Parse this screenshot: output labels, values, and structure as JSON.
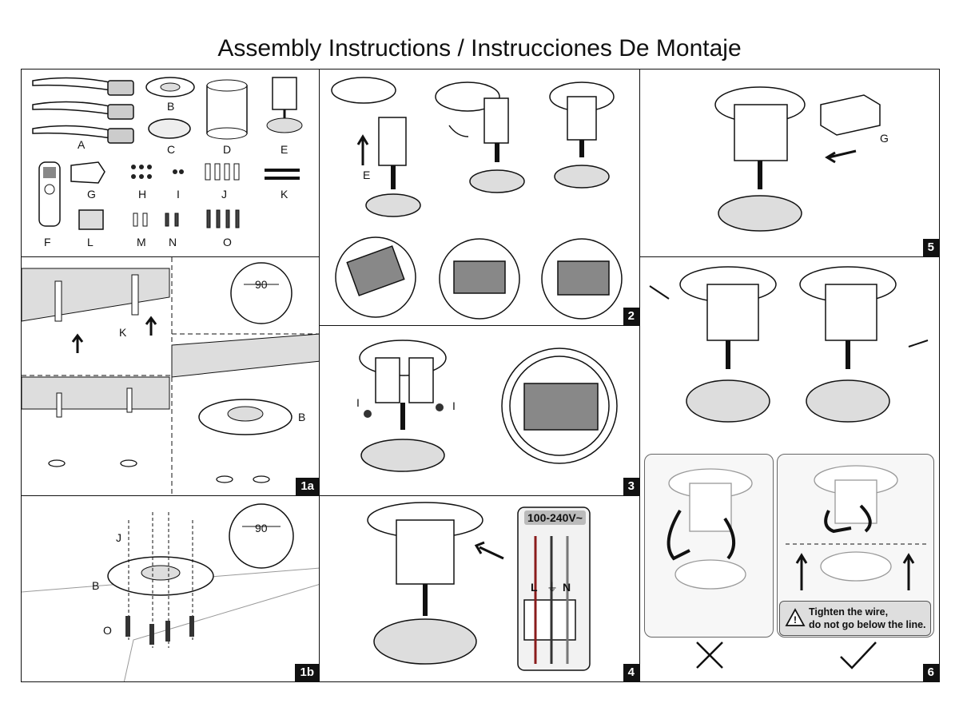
{
  "title": "Assembly Instructions / Instrucciones De Montaje",
  "parts": {
    "A": "A",
    "B": "B",
    "C": "C",
    "D": "D",
    "E": "E",
    "F": "F",
    "G": "G",
    "H": "H",
    "I": "I",
    "J": "J",
    "K": "K",
    "L": "L",
    "M": "M",
    "N": "N",
    "O": "O"
  },
  "dimension": "90",
  "steps": {
    "s1a": "1a",
    "s1b": "1b",
    "s2": "2",
    "s3": "3",
    "s4": "4",
    "s5": "5",
    "s6": "6"
  },
  "wiring": {
    "voltage": "100-240V~",
    "L": "L",
    "N": "N"
  },
  "warning": {
    "line1": "Tighten the wire,",
    "line2": "do not go below the line."
  },
  "icons": [
    "warning-triangle-icon",
    "cross-mark-icon",
    "check-mark-icon",
    "ground-symbol-icon",
    "rotate-arrow-icon",
    "up-arrow-icon"
  ]
}
